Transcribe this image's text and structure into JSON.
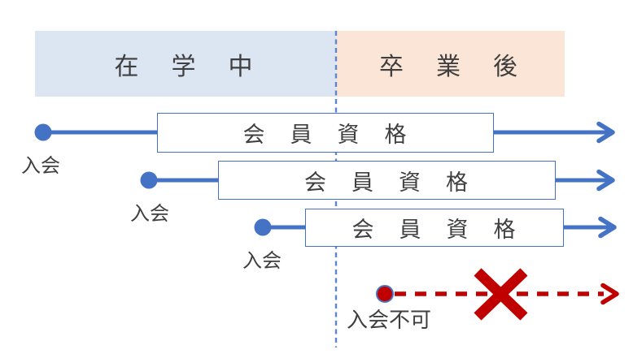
{
  "header": {
    "left_label": "在　学　中",
    "right_label": "卒　業　後"
  },
  "rows": [
    {
      "join_label": "入会",
      "box_label": "会　員　資　格"
    },
    {
      "join_label": "入会",
      "box_label": "会　員　資　格"
    },
    {
      "join_label": "入会",
      "box_label": "会　員　資　格"
    }
  ],
  "blocked_row": {
    "label": "入会不可"
  },
  "colors": {
    "band_left_bg": "#DCE6F2",
    "band_right_bg": "#FBE5D6",
    "accent_blue": "#4472C4",
    "accent_red": "#C00000",
    "text": "#3F3F3F"
  }
}
